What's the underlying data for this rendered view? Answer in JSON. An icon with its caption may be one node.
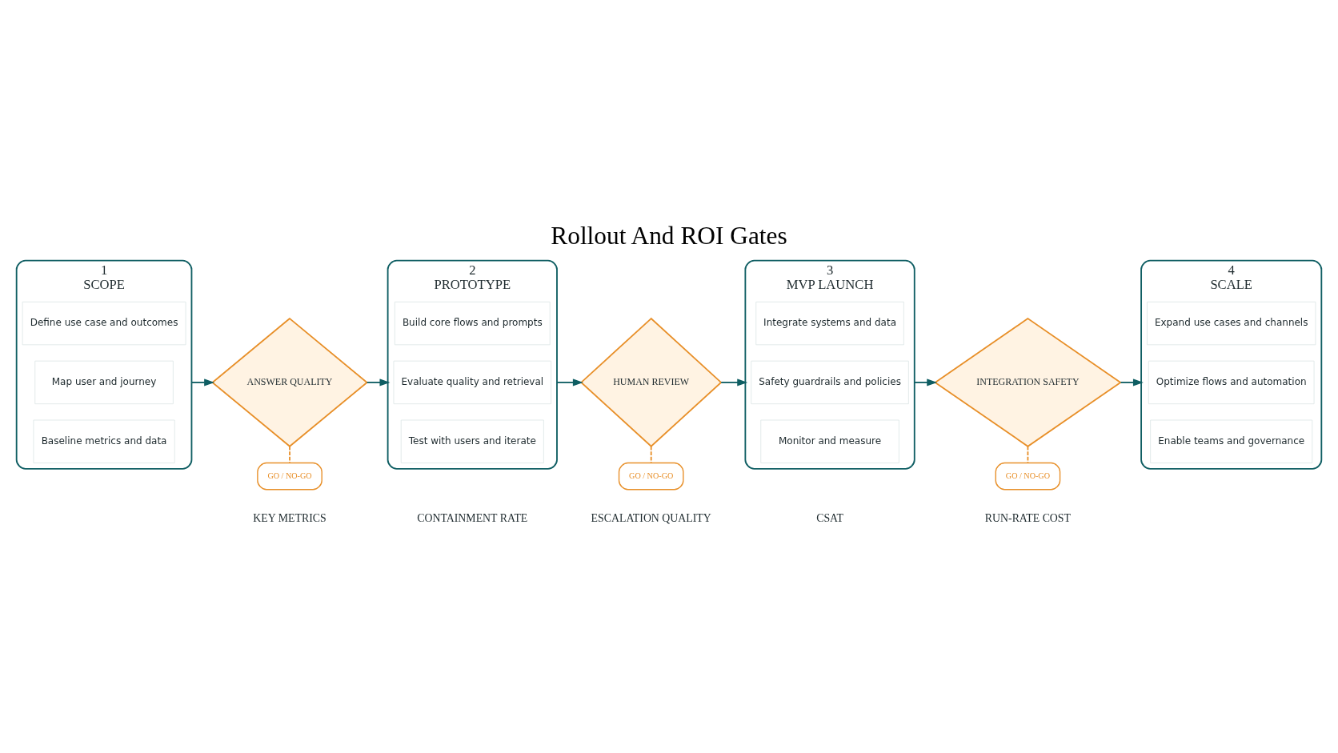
{
  "diagram": {
    "title": "Rollout And ROI Gates",
    "nodes": [
      {
        "text": [
          "1",
          "SCOPE"
        ]
      },
      {
        "text": [
          "Define use case and outcomes"
        ],
        "in": 0
      },
      {
        "text": [
          "Map user and journey"
        ],
        "in": 0
      },
      {
        "text": [
          "Baseline metrics and data"
        ],
        "in": 0
      },
      {
        "text": [
          "ANSWER QUALITY"
        ]
      },
      {
        "text": [
          "GO / NO-GO"
        ]
      },
      {
        "text": [
          "2",
          "PROTOTYPE"
        ]
      },
      {
        "text": [
          "Build core flows and prompts"
        ],
        "in": 6
      },
      {
        "text": [
          "Evaluate quality and retrieval"
        ],
        "in": 6
      },
      {
        "text": [
          "Test with users and iterate"
        ],
        "in": 6
      },
      {
        "text": [
          "HUMAN REVIEW"
        ]
      },
      {
        "text": [
          "GO / NO-GO"
        ]
      },
      {
        "text": [
          "3",
          "MVP LAUNCH"
        ]
      },
      {
        "text": [
          "Integrate systems and data"
        ],
        "in": 12
      },
      {
        "text": [
          "Safety guardrails and policies"
        ],
        "in": 12
      },
      {
        "text": [
          "Monitor and measure"
        ],
        "in": 12
      },
      {
        "text": [
          "INTEGRATION SAFETY"
        ]
      },
      {
        "text": [
          "GO / NO-GO"
        ]
      },
      {
        "text": [
          "4",
          "SCALE"
        ]
      },
      {
        "text": [
          "Expand use cases and channels"
        ],
        "in": 18
      },
      {
        "text": [
          "Optimize flows and automation"
        ],
        "in": 18
      },
      {
        "text": [
          "Enable teams and governance"
        ],
        "in": 18
      }
    ],
    "edges": [
      {
        "from": 0,
        "to": 4,
        "arrow": "to"
      },
      {
        "from": 4,
        "to": 6,
        "arrow": "to"
      },
      {
        "from": 6,
        "to": 10,
        "arrow": "to"
      },
      {
        "from": 10,
        "to": 12,
        "arrow": "to"
      },
      {
        "from": 12,
        "to": 16,
        "arrow": "to"
      },
      {
        "from": 16,
        "to": 18,
        "arrow": "to"
      },
      {
        "from": 4,
        "to": 5,
        "arrow": "none",
        "style": "dashed",
        "color": "#e8902a"
      },
      {
        "from": 10,
        "to": 11,
        "arrow": "none",
        "style": "dashed",
        "color": "#e8902a"
      },
      {
        "from": 16,
        "to": 17,
        "arrow": "none",
        "style": "dashed",
        "color": "#e8902a"
      }
    ],
    "labels": [
      "KEY METRICS",
      "CONTAINMENT RATE",
      "ESCALATION QUALITY",
      "CSAT",
      "RUN-RATE COST"
    ]
  }
}
